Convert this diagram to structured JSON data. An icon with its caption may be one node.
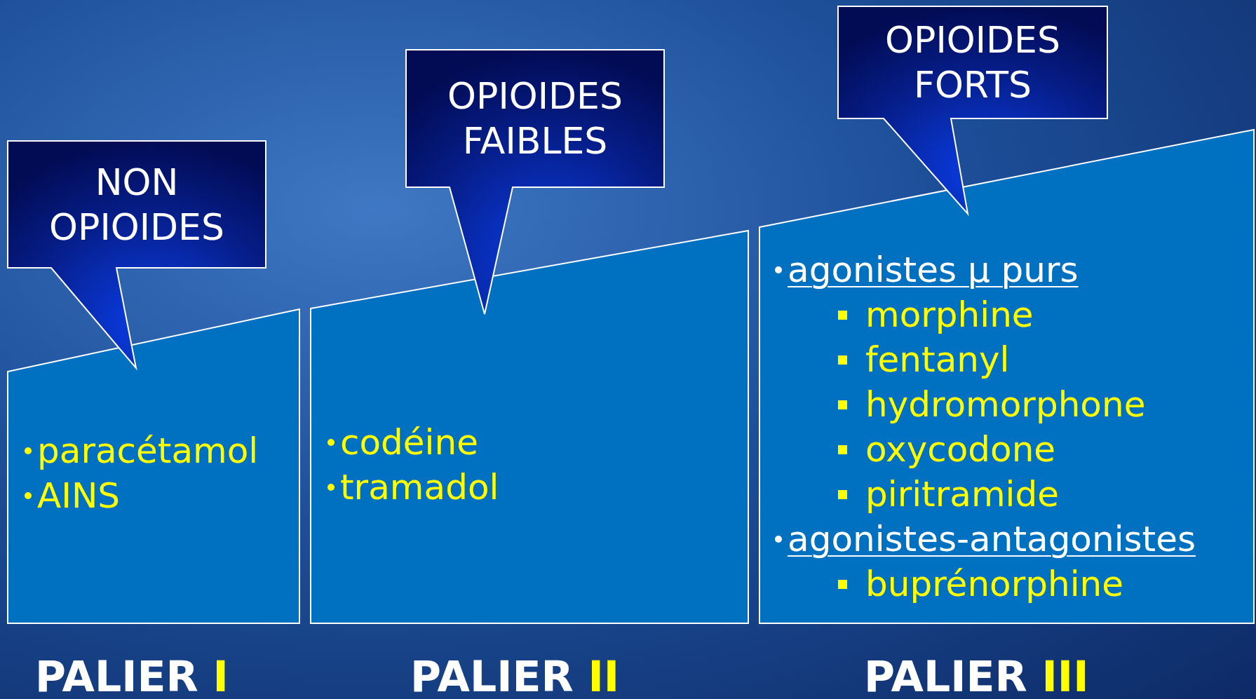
{
  "diagram": {
    "nodes": [
      {
        "text": [
          "NON OPIOIDES"
        ]
      },
      {
        "text": [
          "paracétamol",
          "AINS"
        ],
        "beside": [
          "PALIER I"
        ]
      },
      {
        "text": [
          "OPIOIDES FAIBLES"
        ]
      },
      {
        "text": [
          "codéine",
          "tramadol"
        ],
        "beside": [
          "PALIER II"
        ]
      },
      {
        "text": [
          "OPIOIDES FORTS"
        ]
      },
      {
        "text": [
          "agonistes μ purs",
          "morphine",
          "fentanyl",
          "hydromorphone",
          "oxycodone",
          "piritramide",
          "agonistes-antagonistes",
          "buprénorphine"
        ],
        "beside": [
          "PALIER III"
        ]
      }
    ]
  }
}
